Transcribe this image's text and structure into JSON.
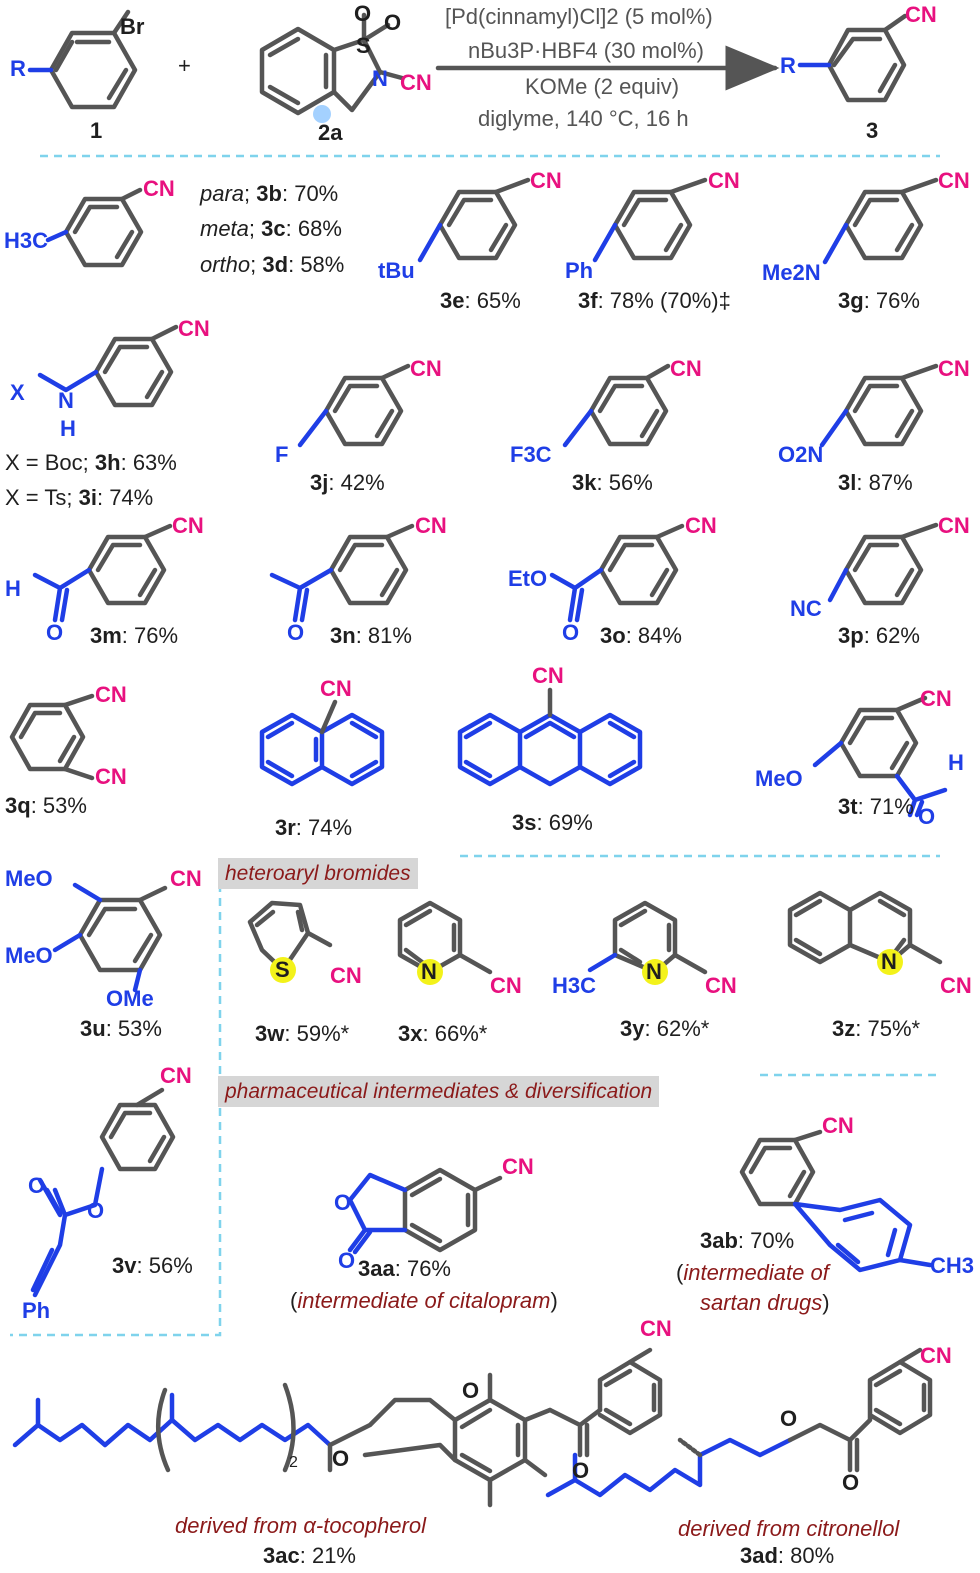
{
  "reaction": {
    "reagent_1_label": "1",
    "reagent_2_label": "2a",
    "product_label": "3",
    "plus": "+",
    "conditions": {
      "line1": "[Pd(cinnamyl)Cl]2 (5 mol%)",
      "line2": "nBu3P·HBF4 (30 mol%)",
      "line3": "KOMe (2 equiv)",
      "line4": "diglyme, 140 °C, 16 h"
    },
    "atoms": {
      "br": "Br",
      "r": "R",
      "cn": "CN",
      "s": "S",
      "o": "O",
      "n": "N"
    }
  },
  "compounds": [
    {
      "id": "3b",
      "yield": "70%",
      "prefix": "para"
    },
    {
      "id": "3c",
      "yield": "68%",
      "prefix": "meta"
    },
    {
      "id": "3d",
      "yield": "58%",
      "prefix": "ortho"
    },
    {
      "id": "3e",
      "yield": "65%"
    },
    {
      "id": "3f",
      "yield": "78% (70%)‡"
    },
    {
      "id": "3g",
      "yield": "76%"
    },
    {
      "id": "3h",
      "yield": "63%",
      "prefix": "X = Boc"
    },
    {
      "id": "3i",
      "yield": "74%",
      "prefix": "X = Ts"
    },
    {
      "id": "3j",
      "yield": "42%"
    },
    {
      "id": "3k",
      "yield": "56%"
    },
    {
      "id": "3l",
      "yield": "87%"
    },
    {
      "id": "3m",
      "yield": "76%"
    },
    {
      "id": "3n",
      "yield": "81%"
    },
    {
      "id": "3o",
      "yield": "84%"
    },
    {
      "id": "3p",
      "yield": "62%"
    },
    {
      "id": "3q",
      "yield": "53%"
    },
    {
      "id": "3r",
      "yield": "74%"
    },
    {
      "id": "3s",
      "yield": "69%"
    },
    {
      "id": "3t",
      "yield": "71%"
    },
    {
      "id": "3u",
      "yield": "53%"
    },
    {
      "id": "3v",
      "yield": "56%"
    },
    {
      "id": "3w",
      "yield": "59%*"
    },
    {
      "id": "3x",
      "yield": "66%*"
    },
    {
      "id": "3y",
      "yield": "62%*"
    },
    {
      "id": "3z",
      "yield": "75%*"
    },
    {
      "id": "3aa",
      "yield": "76%",
      "note": "intermediate of citalopram"
    },
    {
      "id": "3ab",
      "yield": "70%",
      "note_line1": "intermediate of",
      "note_line2": "sartan drugs"
    },
    {
      "id": "3ac",
      "yield": "21%",
      "note": "derived from α-tocopherol"
    },
    {
      "id": "3ad",
      "yield": "80%",
      "note": "derived from citronellol"
    }
  ],
  "substituents": {
    "h3c": "H3C",
    "tbu": "tBu",
    "ph": "Ph",
    "me2n": "Me2N",
    "x": "X",
    "h": "H",
    "f": "F",
    "f3c": "F3C",
    "o2n": "O2N",
    "o": "O",
    "eto": "EtO",
    "nc": "NC",
    "meo": "MeO",
    "ome": "OMe",
    "ch3": "CH3",
    "s": "S",
    "n": "N"
  },
  "sections": {
    "heteroaryl": "heteroaryl bromides",
    "pharma": "pharmaceutical intermediates & diversification"
  },
  "colors": {
    "cn": "#e8117f",
    "substituent": "#1f3ee6",
    "note": "#8b1a1a",
    "divider": "#7fd3ec",
    "bond": "#555555",
    "highlight": "#f3f21a"
  }
}
